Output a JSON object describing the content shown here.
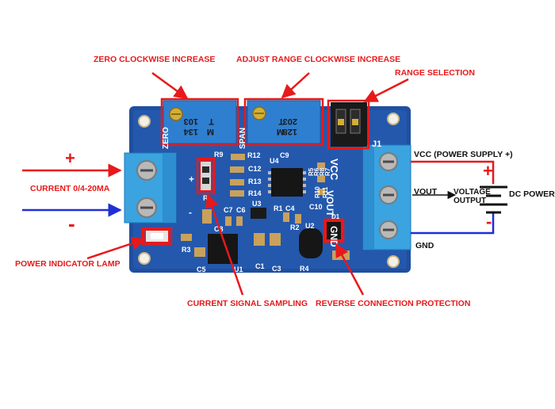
{
  "callouts": {
    "zero": "ZERO CLOCKWISE INCREASE",
    "span": "ADJUST RANGE CLOCKWISE INCREASE",
    "range": "RANGE SELECTION",
    "current_in": "CURRENT 0/4-20MA",
    "power_lamp": "POWER INDICATOR LAMP",
    "sampling": "CURRENT SIGNAL SAMPLING",
    "reverse": "REVERSE CONNECTION PROTECTION",
    "vcc": "VCC (POWER SUPPLY +)",
    "vout": "VOUT",
    "voltage_line1": "VOLTAGE",
    "voltage_line2": "OUTPUT",
    "dc_power": "DC POWER",
    "gnd": "GND"
  },
  "signs": {
    "plus": "+",
    "minus": "-"
  },
  "board": {
    "pot_zero": [
      "103",
      "T",
      "M",
      "134"
    ],
    "pot_span": [
      "203",
      "T",
      "M",
      "128"
    ],
    "silk": {
      "zero": "ZERO",
      "span": "SPAN",
      "j1": "J1",
      "vcc": "VCC",
      "vout": "VOUT",
      "gnd": "GND",
      "plus": "+",
      "minus": "-",
      "r9": "R9",
      "r12": "R12",
      "c9": "C9",
      "u4": "U4",
      "c12": "C12",
      "r13": "R13",
      "r14": "R14",
      "r5": "R5",
      "r6": "R6",
      "r7": "R7",
      "r8": "R8",
      "r10": "R10",
      "r11": "R11",
      "c10": "C10",
      "r1": "R1",
      "c4": "C4",
      "u3": "U3",
      "c7": "C7",
      "c6": "C6",
      "r2": "R2",
      "u2": "U2",
      "r3": "R3",
      "c8": "C8",
      "c5": "C5",
      "u1": "U1",
      "c1": "C1",
      "c3": "C3",
      "r4": "R4",
      "d1": "D1",
      "r": "R"
    }
  },
  "colors": {
    "callout_red": "#e8191a",
    "board_blue": "#1f4fa0",
    "terminal_blue": "#3aa3e0",
    "pot_blue": "#2f7fd0",
    "negative_blue": "#1f2fd6",
    "text_black": "#111111"
  }
}
